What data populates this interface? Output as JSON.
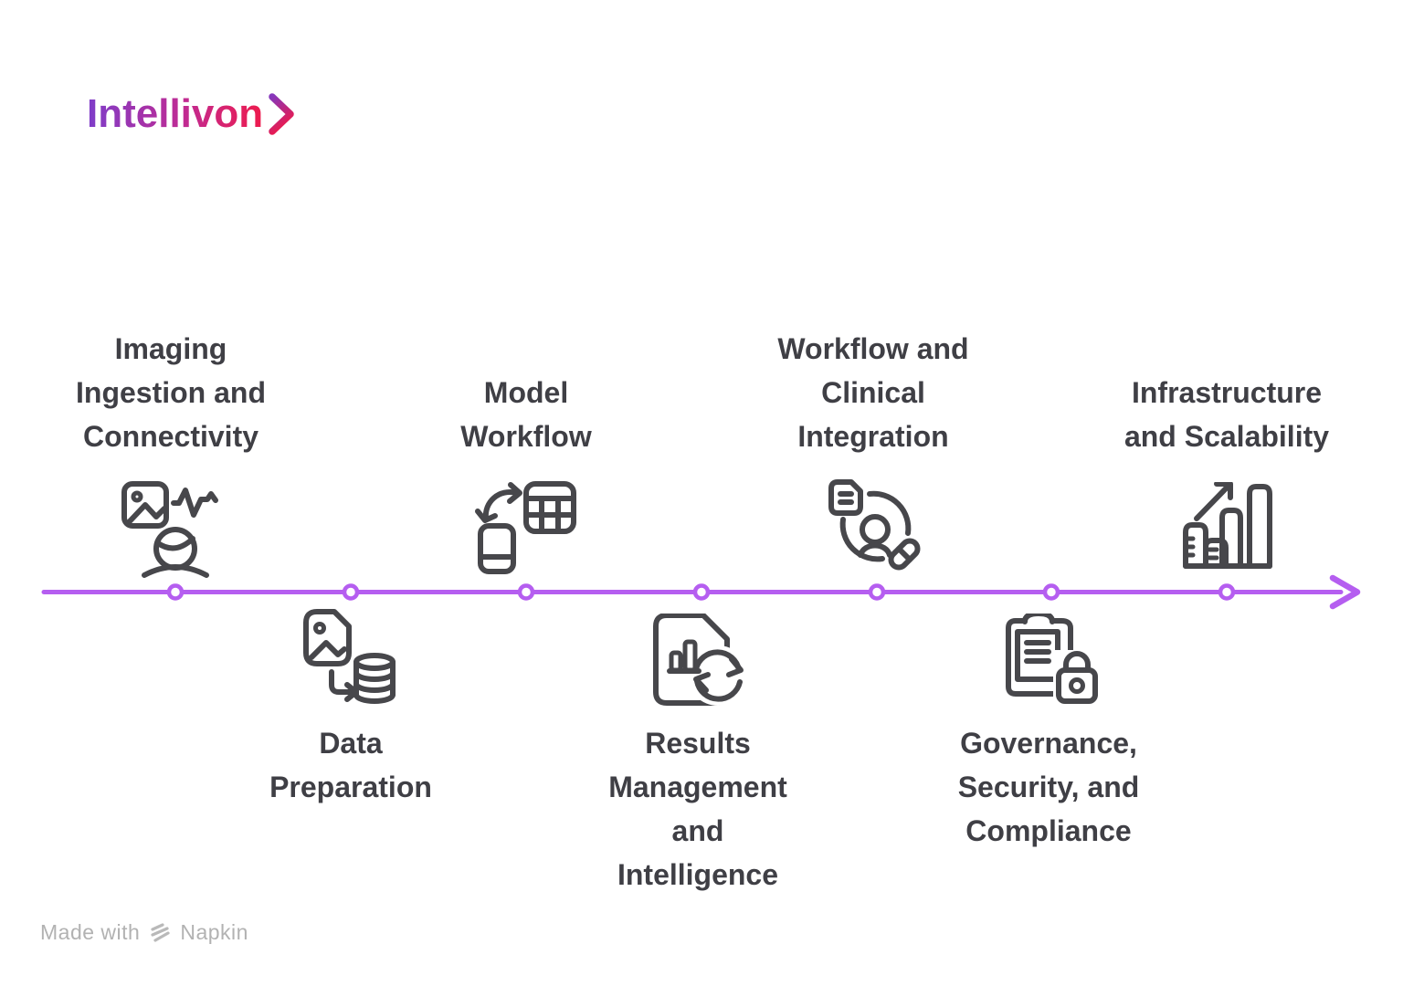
{
  "logo": {
    "text": "Intellivon",
    "chevron_icon": "chevron-right-icon",
    "gradient_start": "#7e3dc9",
    "gradient_mid": "#c02b93",
    "gradient_end": "#ee1b4d"
  },
  "timeline": {
    "direction": "left-to-right",
    "line_color": "#b55ef0",
    "items": [
      {
        "label": "Imaging\nIngestion and\nConnectivity",
        "side": "above",
        "icon": "medical-image-pulse-head-icon"
      },
      {
        "label": "Data\nPreparation",
        "side": "below",
        "icon": "image-to-database-icon"
      },
      {
        "label": "Model\nWorkflow",
        "side": "above",
        "icon": "sync-table-device-icon"
      },
      {
        "label": "Results\nManagement\nand\nIntelligence",
        "side": "below",
        "icon": "chart-document-refresh-icon"
      },
      {
        "label": "Workflow and\nClinical\nIntegration",
        "side": "above",
        "icon": "patient-record-pill-cycle-icon"
      },
      {
        "label": "Governance,\nSecurity, and\nCompliance",
        "side": "below",
        "icon": "clipboard-lock-icon"
      },
      {
        "label": "Infrastructure\nand Scalability",
        "side": "above",
        "icon": "growth-bars-arrow-icon"
      }
    ]
  },
  "footer": {
    "made_with": "Made with",
    "brand": "Napkin",
    "logo_icon": "napkin-logo-icon"
  },
  "colors": {
    "accent_purple": "#b55ef0",
    "heading_text": "#3f3f45",
    "icon_stroke": "#47474b",
    "footer_text": "#b2b2b2",
    "background": "#ffffff"
  }
}
